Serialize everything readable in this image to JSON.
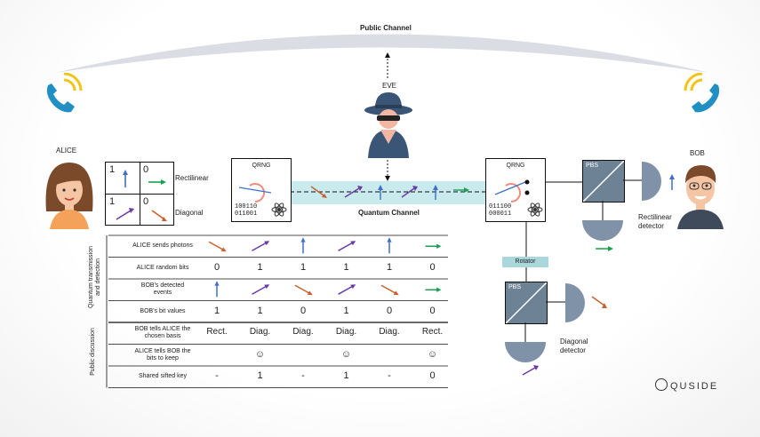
{
  "public_channel_label": "Public Channel",
  "quantum_channel_label": "Quantum Channel",
  "eve_label": "EVE",
  "alice_label": "ALICE",
  "bob_label": "BOB",
  "qrng_label": "QRNG",
  "alice_qrng_bits": [
    "100110",
    "011001"
  ],
  "bob_qrng_bits": [
    "011100",
    "000011"
  ],
  "basis_grid": {
    "rect_one": "1",
    "rect_zero": "0",
    "rect_label": "Rectilinear",
    "diag_one": "1",
    "diag_zero": "0",
    "diag_label": "Diagonal"
  },
  "pbs_label": "PBS",
  "rotator_label": "Rotator",
  "rect_detector_label": [
    "Rectilinear",
    "detector"
  ],
  "diag_detector_label": [
    "Diagonal",
    "detector"
  ],
  "brand": "QUSIDE",
  "group_labels": {
    "quantum": [
      "Quantum transmission",
      "and detection"
    ],
    "public": "Public discussion"
  },
  "table": {
    "rows": [
      {
        "label": [
          "ALICE sends photons"
        ],
        "arrows": [
          "diag_down",
          "diag_up",
          "vert",
          "diag_up",
          "vert",
          "horiz"
        ]
      },
      {
        "label": [
          "ALICE random bits"
        ],
        "values": [
          "0",
          "1",
          "1",
          "1",
          "1",
          "0"
        ]
      },
      {
        "label": [
          "BOB's detected",
          "events"
        ],
        "arrows": [
          "vert",
          "diag_up",
          "diag_down",
          "diag_up",
          "diag_down",
          "horiz"
        ]
      },
      {
        "label": [
          "BOB's bit values"
        ],
        "values": [
          "1",
          "1",
          "0",
          "1",
          "0",
          "0"
        ]
      },
      {
        "label": [
          "BOB tells ALICE the",
          "chosen basis"
        ],
        "values": [
          "Rect.",
          "Diag.",
          "Diag.",
          "Diag.",
          "Diag.",
          "Rect."
        ]
      },
      {
        "label": [
          "ALICE tells BOB the",
          "bits to keep"
        ],
        "values": [
          "",
          "☺",
          "",
          "☺",
          "",
          "☺"
        ]
      },
      {
        "label": [
          "Shared sifted key"
        ],
        "values": [
          "-",
          "1",
          "-",
          "1",
          "-",
          "0"
        ]
      }
    ]
  },
  "colors": {
    "blue": "#3f6fc9",
    "purple": "#6b3aa6",
    "orange": "#c8612c",
    "green": "#19a14f",
    "channel": "#c9ebee",
    "arc": "#d9dce3",
    "phone": "#1f8fc4",
    "waves": "#f0c419"
  }
}
